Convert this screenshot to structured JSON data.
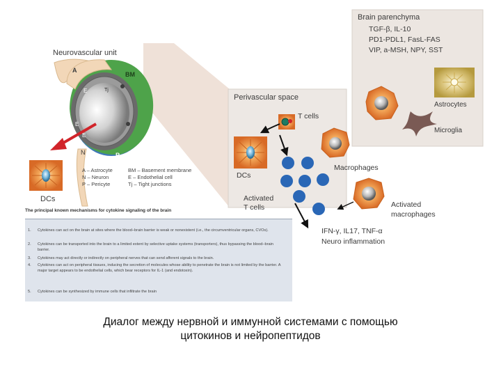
{
  "neurovascular": {
    "title": "Neurovascular unit",
    "labels": {
      "a": "A",
      "bm": "BM",
      "e1": "E",
      "e2": "E",
      "e3": "E",
      "n": "N",
      "p": "P",
      "tj": "Tj"
    },
    "legend": [
      [
        "A – Astrocyte",
        "BM – Basement membrane"
      ],
      [
        "N – Neuron",
        "E – Endothelial cell"
      ],
      [
        "P – Pericyte",
        "Tj – Tight junctions"
      ]
    ],
    "dcs_label": "DCs"
  },
  "brain_parenchyma": {
    "title": "Brain parenchyma",
    "lines": [
      "TGF-β, IL-10",
      "PD1-PDL1, FasL-FAS",
      "VIP, a-MSH, NPY, SST"
    ],
    "astrocytes": "Astrocytes",
    "microglia": "Microglia"
  },
  "perivascular": {
    "title": "Perivascular space",
    "t_cells": "T cells",
    "dcs": "DCs",
    "macrophages": "Macrophages",
    "activated_t_cells": [
      "Activated",
      "T cells"
    ],
    "activated_macrophages": [
      "Activated",
      "macrophages"
    ]
  },
  "output": {
    "line1": "IFN-γ, IL17, TNF-α",
    "line2": "Neuro inflammation"
  },
  "mechanisms": {
    "title": "The principal known mechanisms for cytokine signaling of the brain",
    "rows": [
      {
        "num": "1.",
        "text": "Cytokines can act on the brain at sites where the blood–brain barrier is weak or nonexistent (i.e., the circumventricular organs, CVOs)."
      },
      {
        "num": "2.",
        "text": "Cytokines can be transported into the brain to a limited extent by selective uptake systems (transporters), thus bypassing the blood–brain barrier."
      },
      {
        "num": "3.",
        "text": "Cytokines may act directly or indirectly on peripheral nerves that can send afferent signals to the brain."
      },
      {
        "num": "4.",
        "text": "Cytokines can act on peripheral tissues, inducing the secretion of molecules whose ability to penetrate the brain is not limited by the barrier. A major target appears to be endothelial cells, which bear receptors for IL-1 (and endotoxin)."
      },
      {
        "num": "5.",
        "text": "Cytokines can be synthesized by immune cells that infiltrate the brain"
      }
    ]
  },
  "caption": {
    "line1": "Диалог между нервной и иммунной системами с помощью",
    "line2": "цитокинов и нейропептидов"
  },
  "colors": {
    "parenchyma_panel": "#ece6e1",
    "perivascular_panel": "#ede8e4",
    "bridge": "#ead7cb",
    "astrocyte_green": "#4ea34a",
    "pericyte_blue": "#3f78b7",
    "vessel_gray": "#8c8c8c",
    "red_arrow": "#d1242a",
    "t_cell_blue": "#2a67b6",
    "orange_cell": "#e8893a"
  }
}
